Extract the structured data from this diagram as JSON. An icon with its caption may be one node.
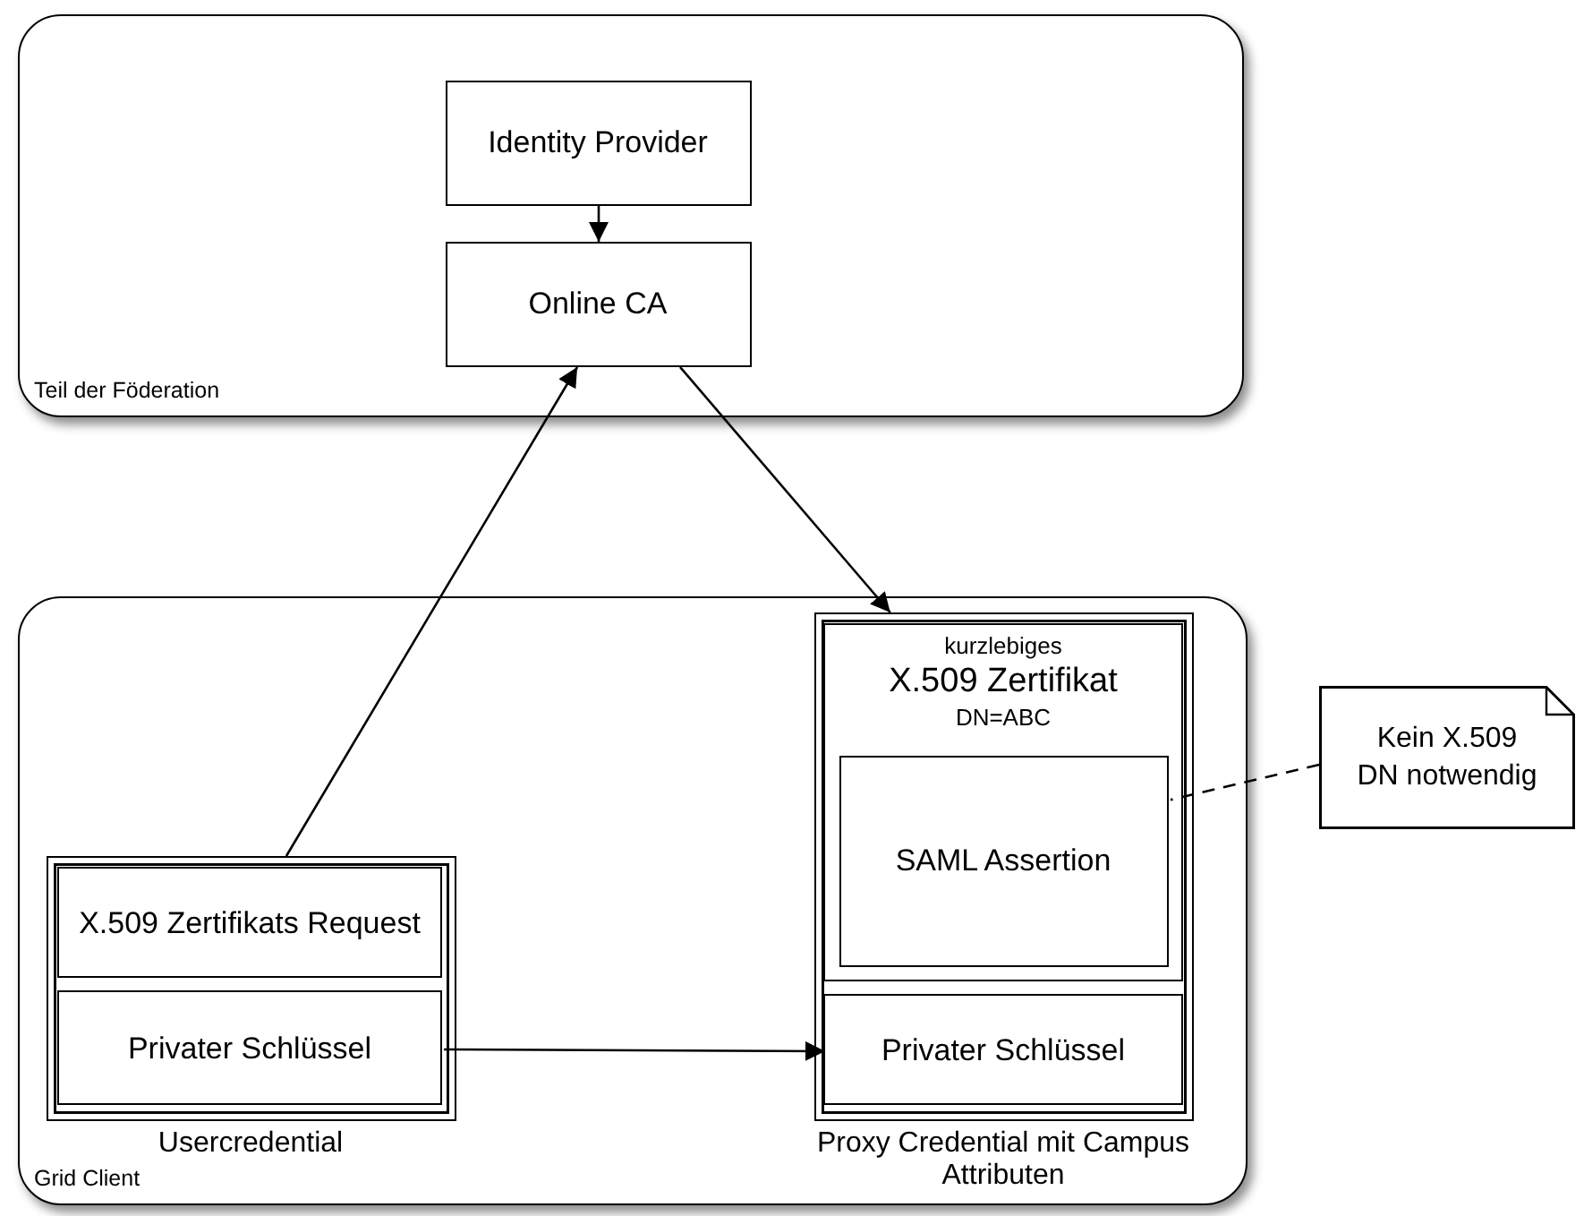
{
  "diagram": {
    "nodes": [
      {
        "text": [
          "Teil der Föderation"
        ]
      },
      {
        "text": [
          "Identity Provider"
        ],
        "in": 0
      },
      {
        "text": [
          "Online CA"
        ],
        "in": 0
      },
      {
        "text": [
          "Grid Client"
        ]
      },
      {
        "text": [
          "Usercredential"
        ],
        "in": 3
      },
      {
        "text": [
          "X.509 Zertifikats Request"
        ],
        "in": 4
      },
      {
        "text": [
          "Privater Schlüssel"
        ],
        "in": 4
      },
      {
        "text": [
          "Proxy Credential mit Campus Attributen"
        ],
        "in": 3
      },
      {
        "text": [
          "kurzlebiges",
          "X.509 Zertifikat",
          "DN=ABC"
        ],
        "in": 7
      },
      {
        "text": [
          "SAML Assertion"
        ],
        "in": 8
      },
      {
        "text": [
          "Privater Schlüssel"
        ],
        "in": 7
      },
      {
        "text": [
          "Kein X.509 DN notwendig"
        ]
      }
    ],
    "edges": [
      {
        "from": 1,
        "to": 2,
        "arrow": "to"
      },
      {
        "from": 4,
        "to": 2,
        "arrow": "to"
      },
      {
        "from": 2,
        "to": 7,
        "arrow": "to"
      },
      {
        "from": 6,
        "to": 10,
        "arrow": "to"
      },
      {
        "from": 11,
        "to": 9,
        "arrow": "none",
        "style": "dashed"
      }
    ]
  }
}
